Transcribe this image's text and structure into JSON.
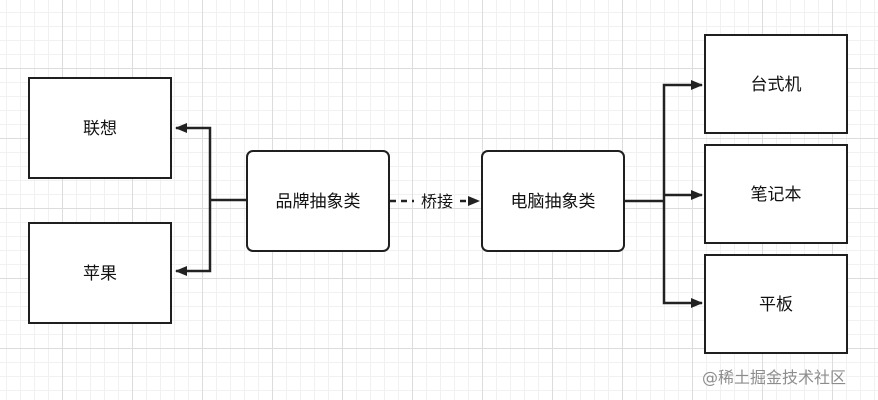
{
  "nodes": {
    "lenovo": "联想",
    "apple": "苹果",
    "brand_abstract": "品牌抽象类",
    "computer_abstract": "电脑抽象类",
    "desktop": "台式机",
    "laptop": "笔记本",
    "tablet": "平板"
  },
  "edge_labels": {
    "bridge": "桥接"
  },
  "watermark": "@稀土掘金技术社区",
  "colors": {
    "stroke": "#222222",
    "watermark": "#8d8d8d"
  }
}
